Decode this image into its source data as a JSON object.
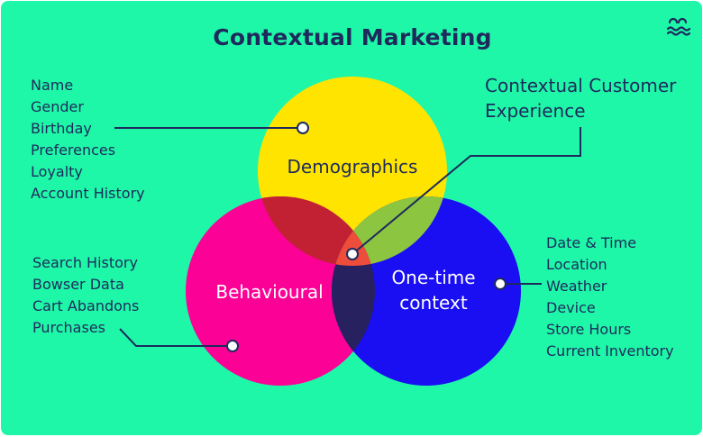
{
  "title": "Contextual Marketing",
  "logo_icon": "wave-logo-icon",
  "colors": {
    "background": "#1ff7a8",
    "text": "#1e2a5c",
    "demographics": "#ffe400",
    "behavioural": "#fb0196",
    "one_time_context": "#1a0ff2",
    "demographics_behavioural": "#c12133",
    "demographics_context": "#8cc540",
    "behavioural_context": "#272160",
    "all_three": "#ee4d3b"
  },
  "circles": {
    "demographics": "Demographics",
    "behavioural": "Behavioural",
    "one_time_context": [
      "One-time",
      "context"
    ]
  },
  "demographics_items": [
    "Name",
    "Gender",
    "Birthday",
    "Preferences",
    "Loyalty",
    "Account History"
  ],
  "behavioural_items": [
    "Search History",
    "Bowser Data",
    "Cart Abandons",
    "Purchases"
  ],
  "context_items": [
    "Date & Time",
    "Location",
    "Weather",
    "Device",
    "Store Hours",
    "Current Inventory"
  ],
  "center_label": [
    "Contextual Customer",
    "Experience"
  ]
}
